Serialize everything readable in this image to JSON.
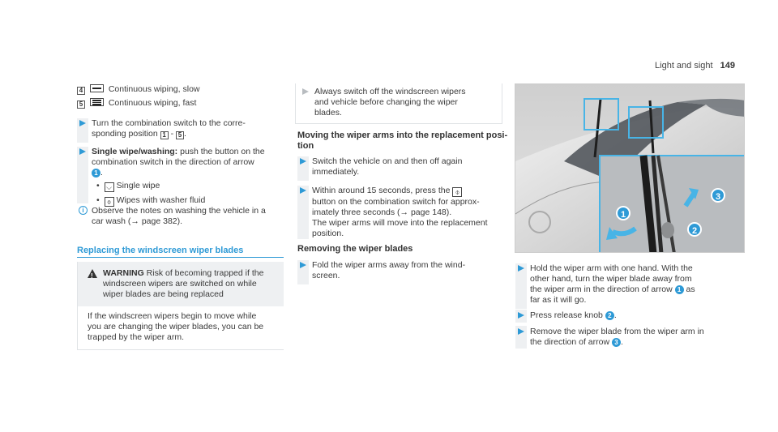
{
  "header": {
    "title": "Light and sight",
    "page": "149"
  },
  "col1": {
    "wiping_lines": [
      {
        "key": "4",
        "text": "Continuous wiping, slow"
      },
      {
        "key": "5",
        "text": "Continuous wiping, fast"
      }
    ],
    "turn_step": {
      "text": "Turn the combination switch to the corre-",
      "text2": "sponding position",
      "k1": "1",
      "sep": "-",
      "k2": "5",
      "end": "."
    },
    "single_wipe": {
      "label": "Single wipe/washing:",
      "text": "push the button on the",
      "text2": "combination switch in the direction of arrow",
      "num": "1",
      "end": ".",
      "bullets": [
        {
          "icon": "single-wipe-icon",
          "text": "Single wipe"
        },
        {
          "icon": "washer-icon",
          "text": "Wipes with washer fluid"
        }
      ]
    },
    "info": {
      "line1": "Observe the notes on washing the vehicle in a",
      "line2": "car wash (→ page 382)."
    },
    "section_title": "Replacing the windscreen wiper blades",
    "warning": {
      "label": "WARNING",
      "text1": "Risk of becoming trapped if the",
      "text2": "windscreen wipers are switched on while",
      "text3": "wiper blades are being replaced",
      "body1": "If the windscreen wipers begin to move while",
      "body2": "you are changing the wiper blades, you can be",
      "body3": "trapped by the wiper arm."
    }
  },
  "col2": {
    "note": {
      "line1": "Always switch off the windscreen wipers",
      "line2": "and vehicle before changing the wiper",
      "line3": "blades."
    },
    "moving_head1": "Moving the wiper arms into the replacement posi-",
    "moving_head2": "tion",
    "steps": [
      {
        "lines": [
          "Switch the vehicle on and then off again",
          "immediately."
        ]
      },
      {
        "lines": [
          "Within around 15 seconds, press the",
          "button on the combination switch for approx-",
          "imately three seconds (→ page 148).",
          "The wiper arms will move into the replacement",
          "position."
        ]
      }
    ],
    "removing_head": "Removing the wiper blades",
    "remove_step": {
      "lines": [
        "Fold the wiper arms away from the wind-",
        "screen."
      ]
    }
  },
  "col3": {
    "steps": [
      {
        "lines": [
          "Hold the wiper arm with one hand. With the",
          "other hand, turn the wiper blade away from",
          "the wiper arm in the direction of arrow",
          "far as it will go."
        ],
        "num": "1",
        "after": "as"
      },
      {
        "text": "Press release knob",
        "num": "2",
        "end": "."
      },
      {
        "lines": [
          "Remove the wiper blade from the wiper arm in",
          "the direction of arrow"
        ],
        "num": "3",
        "end": "."
      }
    ],
    "photo_markers": [
      "1",
      "2",
      "3"
    ]
  },
  "colors": {
    "accent": "#2e9ad6",
    "bar": "#eef0f2",
    "text": "#3a3a3a"
  }
}
